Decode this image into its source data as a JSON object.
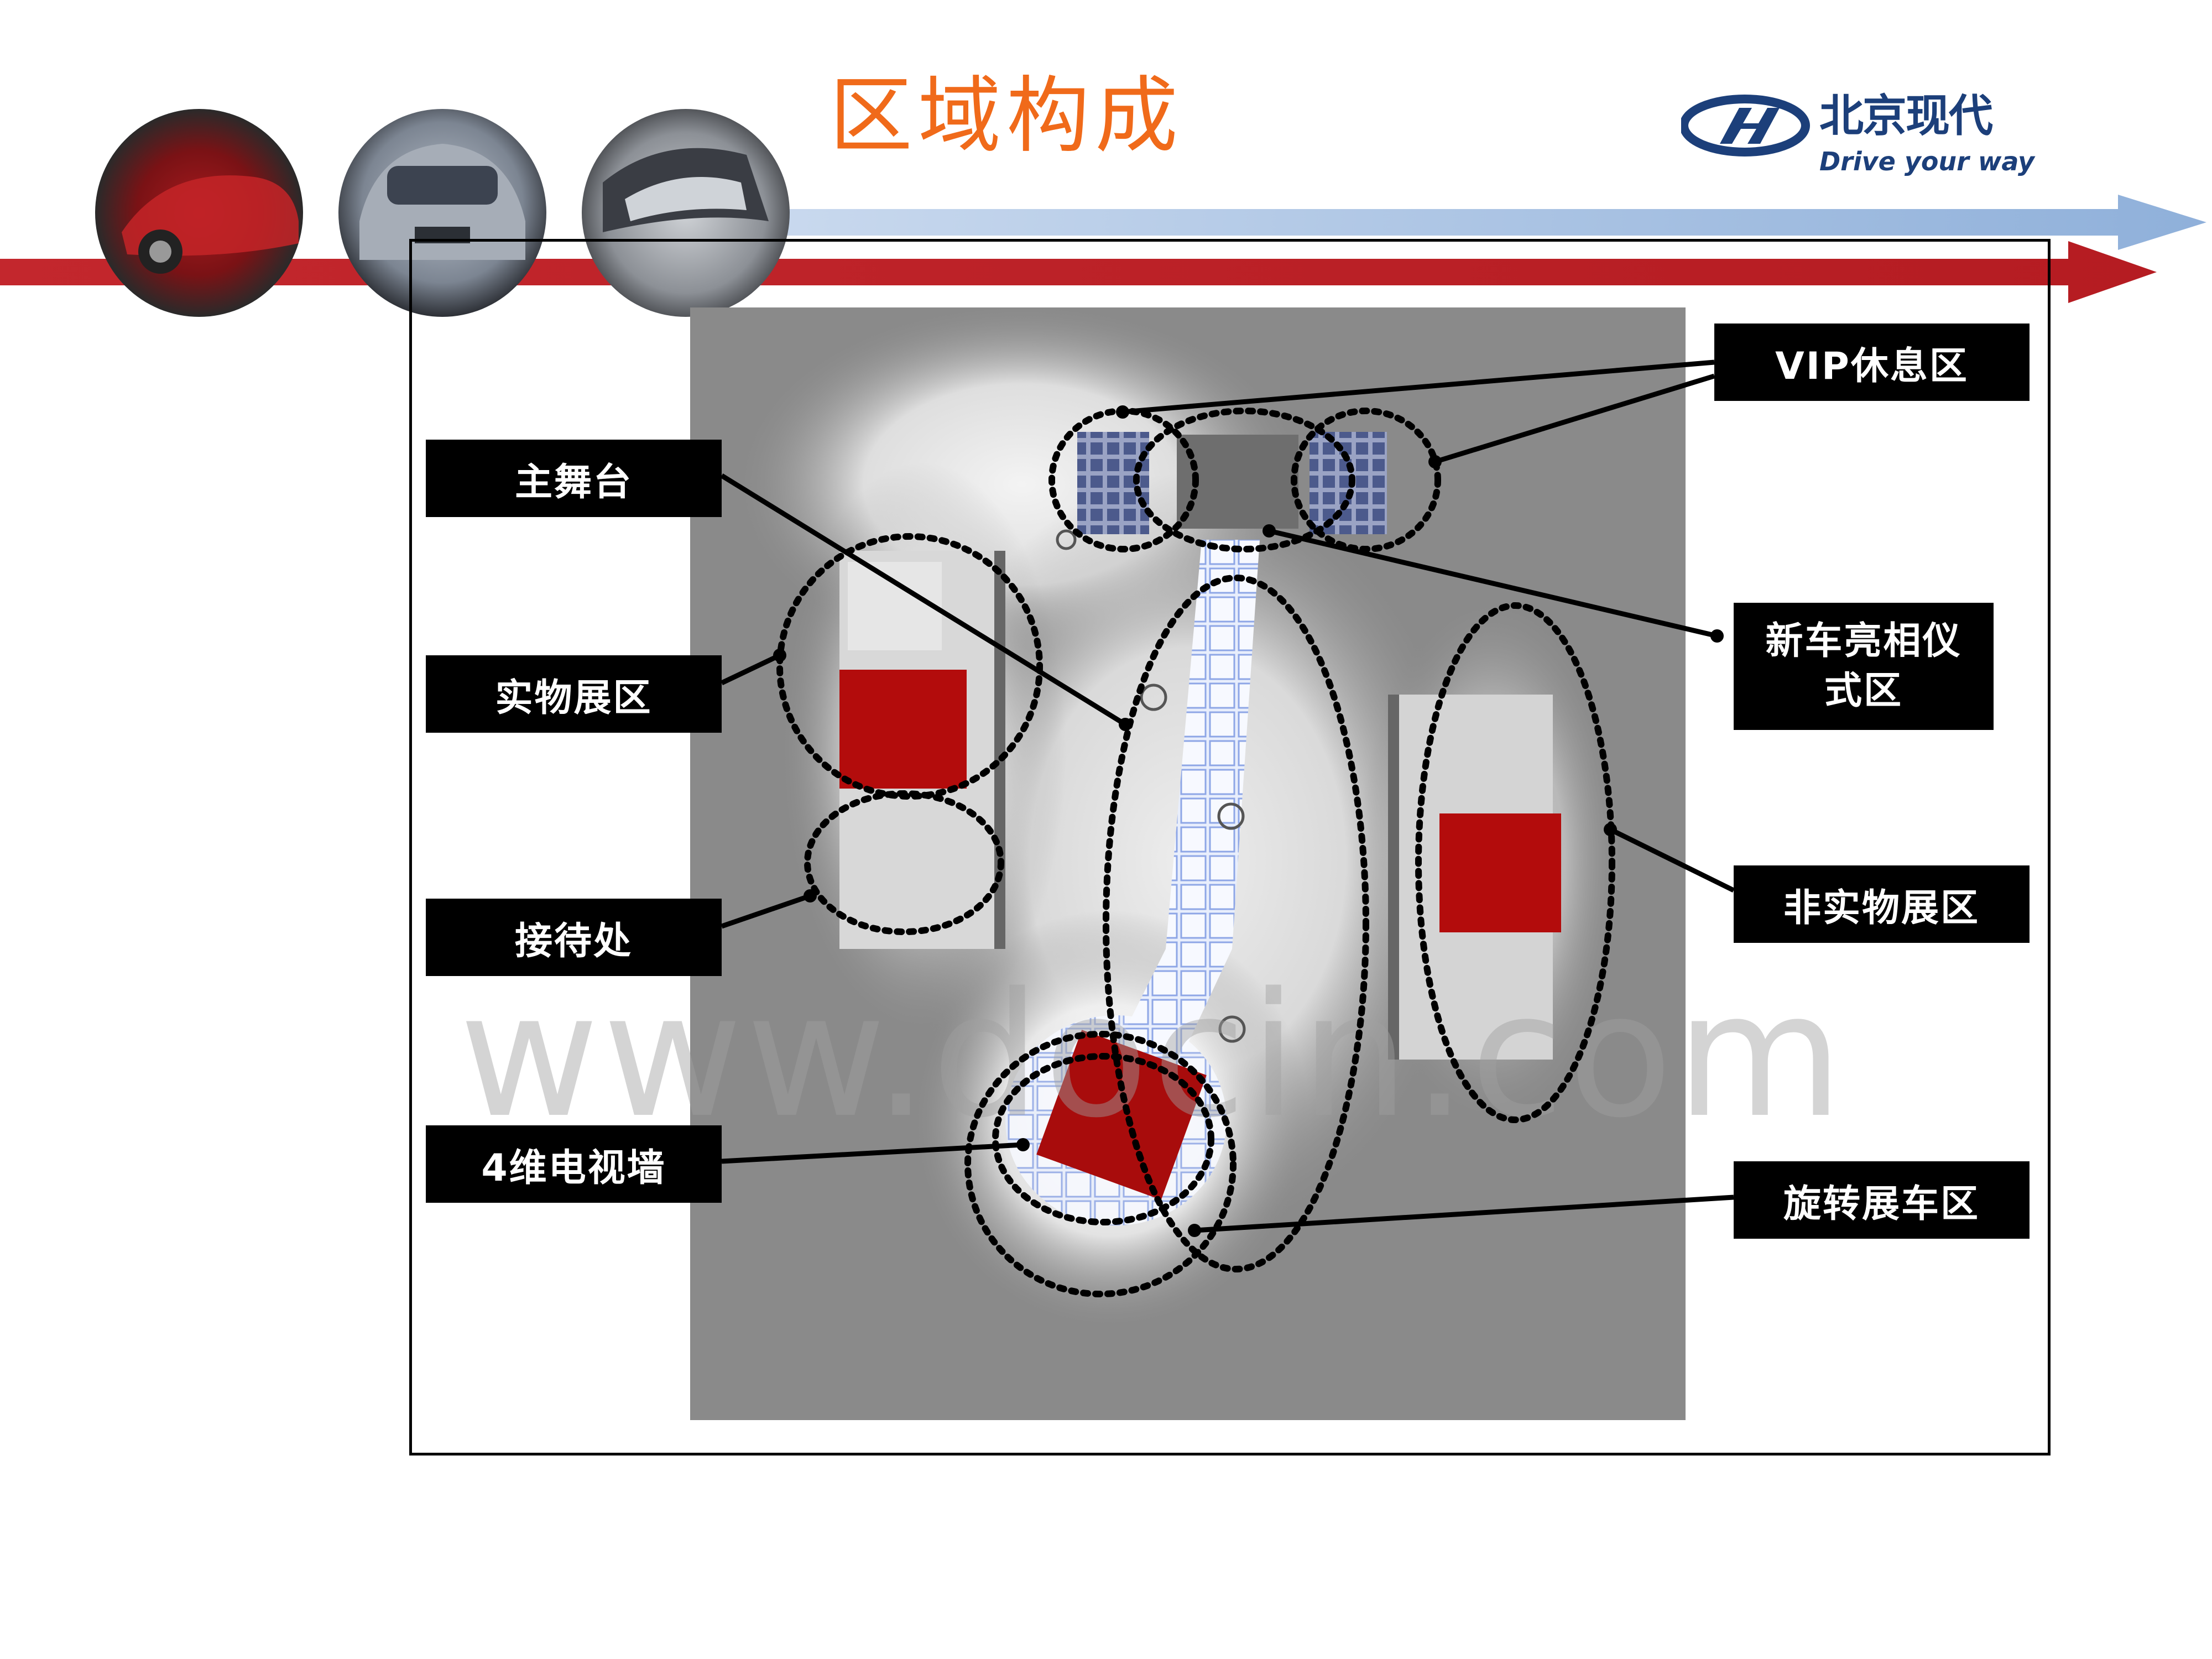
{
  "slide": {
    "title": "区域构成",
    "logo_text": "北京现代",
    "logo_slogan": "Drive your way",
    "watermark": "www.docin.com"
  },
  "colors": {
    "title": "#f06a1a",
    "red_band": "#c1272d",
    "blue_band": "#9ab6dc",
    "logo_blue": "#1c3f7a",
    "booth_red": "#b30c0c",
    "label_bg": "#000000",
    "label_text": "#ffffff"
  },
  "labels": {
    "main_stage": "主舞台",
    "physical_display": "实物展区",
    "reception": "接待处",
    "tv_wall": "4维电视墙",
    "vip_lounge": "VIP休息区",
    "launch_ceremony_line1": "新车亮相仪",
    "launch_ceremony_line2": "式区",
    "nonphysical_display": "非实物展区",
    "rotating_display": "旋转展车区"
  },
  "icons": [
    "hyundai-logo-icon",
    "red-car-photo",
    "silver-car-front-photo",
    "car-interior-photo"
  ]
}
